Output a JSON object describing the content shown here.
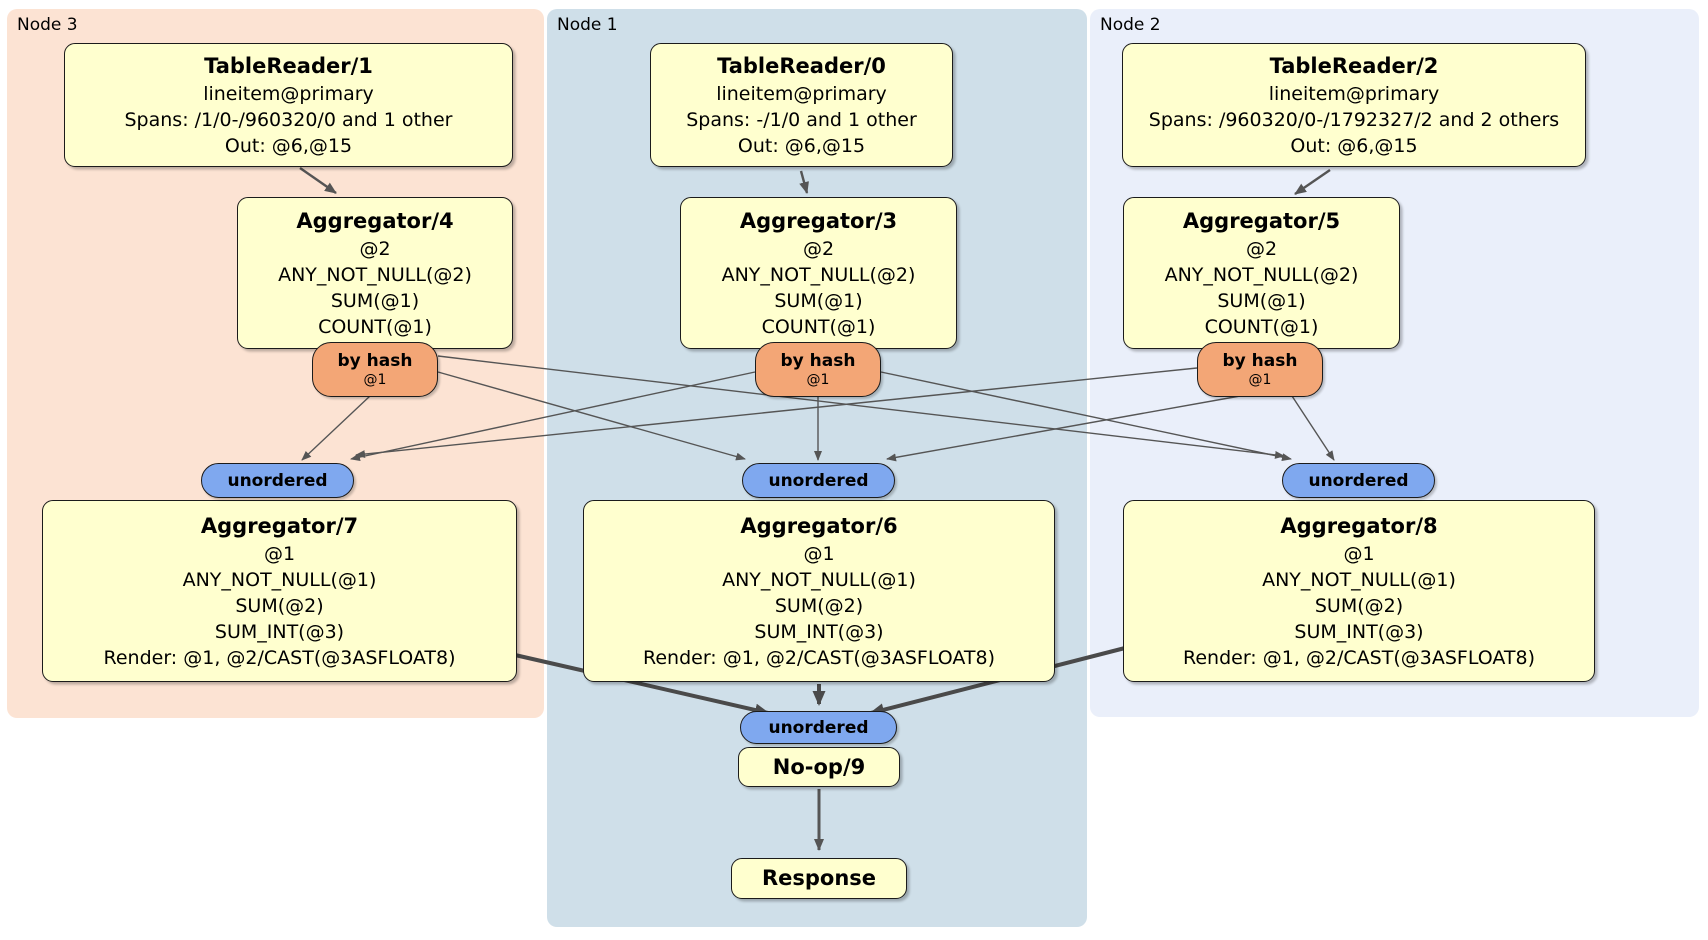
{
  "colors": {
    "panel-node3": "#fce3d3",
    "panel-node1": "#cfdfe9",
    "panel-node2": "#eaeffa",
    "box-fill": "#ffffcf",
    "box-border": "#1b1b1b",
    "hash-pill-fill": "#f3a676",
    "stream-pill-fill": "#7fa8ef",
    "edge": "#555555",
    "edge-thick": "#4a4a4a"
  },
  "panels": [
    {
      "label": "Node 3"
    },
    {
      "label": "Node 1"
    },
    {
      "label": "Node 2"
    }
  ],
  "table_readers": [
    {
      "title": "TableReader/1",
      "index": "lineitem@primary",
      "spans": "Spans: /1/0-/960320/0 and 1 other",
      "out": "Out: @6,@15"
    },
    {
      "title": "TableReader/0",
      "index": "lineitem@primary",
      "spans": "Spans: -/1/0 and 1 other",
      "out": "Out: @6,@15"
    },
    {
      "title": "TableReader/2",
      "index": "lineitem@primary",
      "spans": "Spans: /960320/0-/1792327/2 and 2 others",
      "out": "Out: @6,@15"
    }
  ],
  "stage1_aggregators": [
    {
      "title": "Aggregator/4",
      "group_by": "@2",
      "agg1": "ANY_NOT_NULL(@2)",
      "agg2": "SUM(@1)",
      "agg3": "COUNT(@1)"
    },
    {
      "title": "Aggregator/3",
      "group_by": "@2",
      "agg1": "ANY_NOT_NULL(@2)",
      "agg2": "SUM(@1)",
      "agg3": "COUNT(@1)"
    },
    {
      "title": "Aggregator/5",
      "group_by": "@2",
      "agg1": "ANY_NOT_NULL(@2)",
      "agg2": "SUM(@1)",
      "agg3": "COUNT(@1)"
    }
  ],
  "routers": [
    {
      "label": "by hash",
      "key": "@1"
    },
    {
      "label": "by hash",
      "key": "@1"
    },
    {
      "label": "by hash",
      "key": "@1"
    }
  ],
  "streams": {
    "label": "unordered"
  },
  "stage2_aggregators": [
    {
      "title": "Aggregator/7",
      "group_by": "@1",
      "agg1": "ANY_NOT_NULL(@1)",
      "agg2": "SUM(@2)",
      "agg3": "SUM_INT(@3)",
      "render": "Render: @1, @2/CAST(@3ASFLOAT8)"
    },
    {
      "title": "Aggregator/6",
      "group_by": "@1",
      "agg1": "ANY_NOT_NULL(@1)",
      "agg2": "SUM(@2)",
      "agg3": "SUM_INT(@3)",
      "render": "Render: @1, @2/CAST(@3ASFLOAT8)"
    },
    {
      "title": "Aggregator/8",
      "group_by": "@1",
      "agg1": "ANY_NOT_NULL(@1)",
      "agg2": "SUM(@2)",
      "agg3": "SUM_INT(@3)",
      "render": "Render: @1, @2/CAST(@3ASFLOAT8)"
    }
  ],
  "noop": {
    "title": "No-op/9"
  },
  "response": {
    "title": "Response"
  }
}
